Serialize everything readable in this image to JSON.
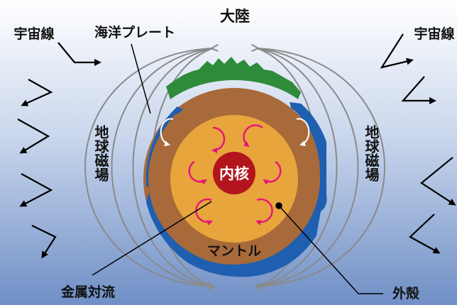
{
  "labels": {
    "continent": "大陸",
    "ocean_plate": "海洋プレート",
    "cosmic_ray": "宇宙線",
    "geomagnetic_field": "地球磁場",
    "inner_core": "内核",
    "mantle": "マントル",
    "metal_convection": "金属対流",
    "outer_core": "外殻"
  },
  "colors": {
    "background_top": "#FFFFFF",
    "background_bottom": "#6F8FC6",
    "field_lines": "#8A8A8A",
    "mantle": "#A86A3A",
    "outer_core": "#E7A53C",
    "inner_core": "#B2151C",
    "ocean_plate": "#1E5FB0",
    "continent": "#2E8B3A",
    "convection_arrows": "#E8157A",
    "mantle_arrows": "#FFFFFF",
    "cosmic_ray_arrows": "#000000"
  }
}
